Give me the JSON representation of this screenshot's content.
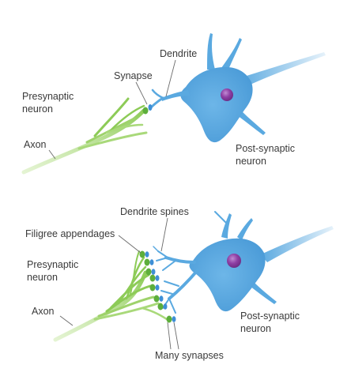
{
  "colors": {
    "neuron_body": "#5AA9E0",
    "neuron_body_light": "#A9D3F2",
    "axon_green": "#8DCB57",
    "axon_green_light": "#C9E8A6",
    "nucleus": "#8E3FA4",
    "synapse_blue": "#3E8FD6",
    "synapse_green": "#5DAE3B",
    "label_text": "#3a3a3a",
    "leader_line": "#6b6b6b"
  },
  "top_panel": {
    "dendrite_label": "Dendrite",
    "synapse_label": "Synapse",
    "presynaptic_label_line1": "Presynaptic",
    "presynaptic_label_line2": "neuron",
    "axon_label": "Axon",
    "postsynaptic_label_line1": "Post-synaptic",
    "postsynaptic_label_line2": "neuron"
  },
  "bottom_panel": {
    "dendrite_spines_label": "Dendrite spines",
    "filigree_label": "Filigree appendages",
    "presynaptic_label_line1": "Presynaptic",
    "presynaptic_label_line2": "neuron",
    "axon_label": "Axon",
    "postsynaptic_label_line1": "Post-synaptic",
    "postsynaptic_label_line2": "neuron",
    "many_synapses_label": "Many synapses"
  }
}
